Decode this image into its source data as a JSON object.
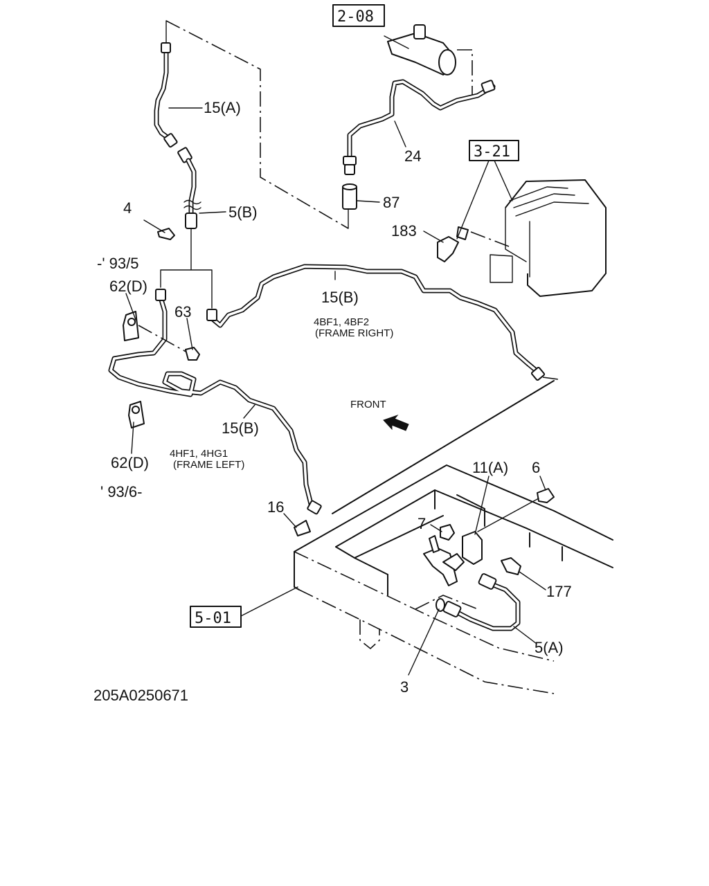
{
  "boxes": {
    "master_cyl": "2-08",
    "reservoir": "3-21",
    "frame": "5-01"
  },
  "parts": {
    "p15a": "15(A)",
    "p24": "24",
    "p87": "87",
    "p4": "4",
    "p5b": "5(B)",
    "p183": "183",
    "p62d_top": "62(D)",
    "p63": "63",
    "p15b_right": "15(B)",
    "p15b_left": "15(B)",
    "p62d_bottom": "62(D)",
    "p16": "16",
    "p11a": "11(A)",
    "p6": "6",
    "p7": "7",
    "p177": "177",
    "p5a": "5(A)",
    "p3": "3"
  },
  "notes": {
    "date_upto": "-' 93/5",
    "date_from": "' 93/6-",
    "frame_right_models": "4BF1, 4BF2",
    "frame_right": "(FRAME RIGHT)",
    "frame_left_models": "4HF1, 4HG1",
    "frame_left": "(FRAME LEFT)",
    "front": "FRONT"
  },
  "drawing_id": "205A0250671"
}
